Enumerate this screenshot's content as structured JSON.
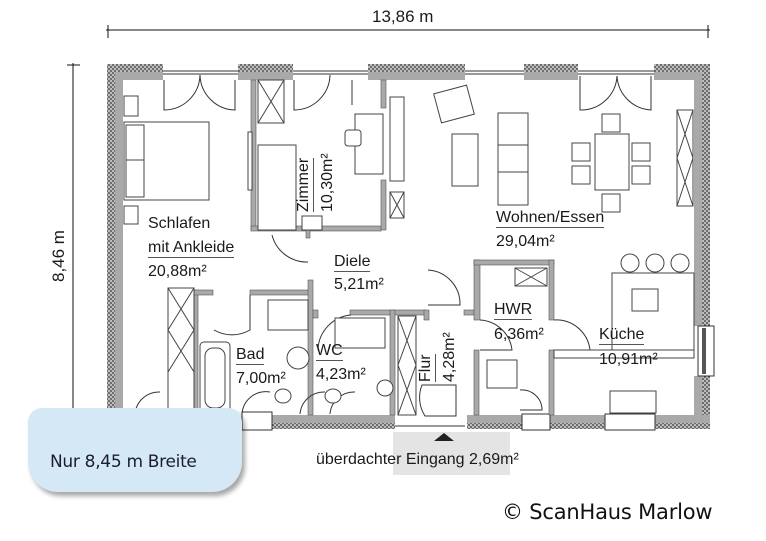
{
  "dimensions": {
    "width": "13,86 m",
    "height": "8,46 m"
  },
  "rooms": [
    {
      "id": "schlafen",
      "name": "Schlafen",
      "name2": "mit Ankleide",
      "area": "20,88m²"
    },
    {
      "id": "zimmer",
      "name": "Zimmer",
      "area": "10,30m²"
    },
    {
      "id": "diele",
      "name": "Diele",
      "area": "5,21m²"
    },
    {
      "id": "wohnen",
      "name": "Wohnen/Essen",
      "area": "29,04m²"
    },
    {
      "id": "hwr",
      "name": "HWR",
      "area": "6,36m²"
    },
    {
      "id": "kueche",
      "name": "Küche",
      "area": "10,91m²"
    },
    {
      "id": "bad",
      "name": "Bad",
      "area": "7,00m²"
    },
    {
      "id": "wc",
      "name": "WC",
      "area": "4,23m²"
    },
    {
      "id": "flur",
      "name": "Flur",
      "area": "4,28m²"
    }
  ],
  "entrance": {
    "label": "überdachter Eingang 2,69m²"
  },
  "badge": {
    "text": "Nur 8,45 m Breite",
    "color": "#d4e8f6"
  },
  "copyright": "© ScanHaus Marlow",
  "colors": {
    "wall": "#a9a9a9",
    "wall_outer": "#6e6e6e",
    "line": "#333333"
  }
}
